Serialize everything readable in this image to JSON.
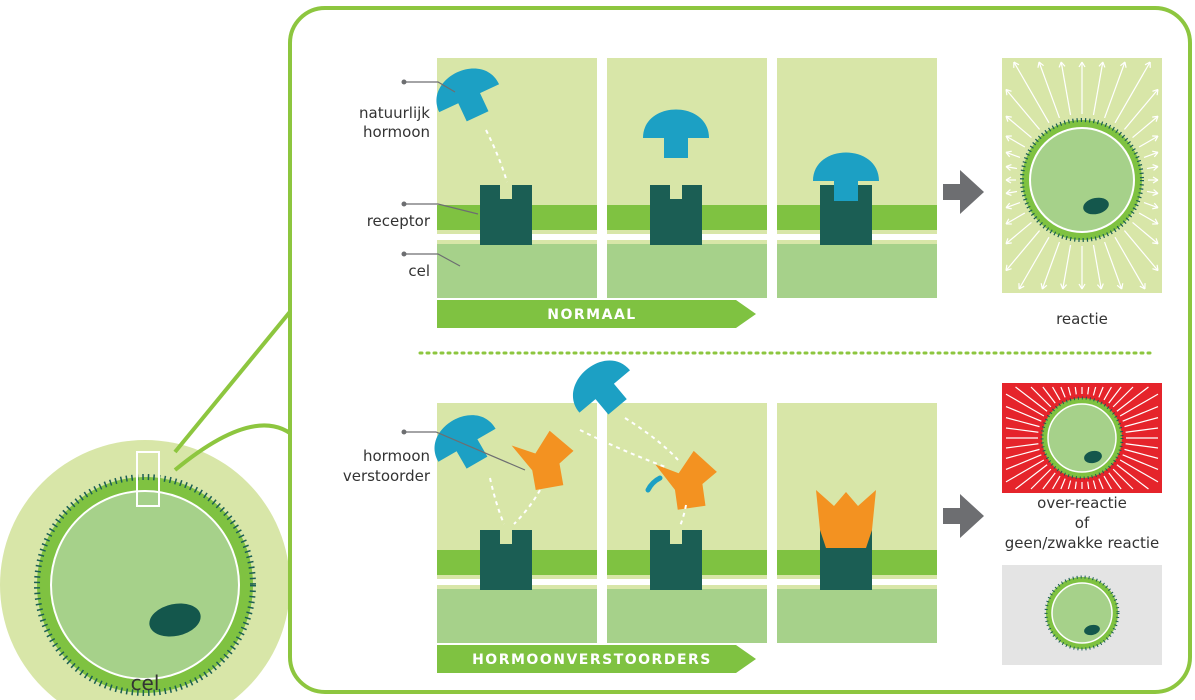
{
  "colors": {
    "frame": "#8dc63f",
    "panel_bg": "#d8e6a8",
    "membrane": "#7fc241",
    "cell": "#a6d18a",
    "receptor": "#1b5e54",
    "hormone": "#1ca0c4",
    "disruptor": "#f39221",
    "arrow": "#6d6e71",
    "over_reaction_bg": "#e5242b",
    "weak_reaction_bg": "#e4e4e4",
    "nucleus": "#14574c"
  },
  "labels": {
    "natural_hormone_line1": "natuurlijk",
    "natural_hormone_line2": "hormoon",
    "receptor": "receptor",
    "cell": "cel",
    "disruptor_line1": "hormoon",
    "disruptor_line2": "verstoorder",
    "big_cell": "cel"
  },
  "rows": {
    "normal_banner": "NORMAAL",
    "disruptor_banner": "HORMOONVERSTOORDERS"
  },
  "results": {
    "normal": "reactie",
    "disruptor_line1": "over-reactie",
    "disruptor_line2": "of",
    "disruptor_line3": "geen/zwakke reactie"
  }
}
